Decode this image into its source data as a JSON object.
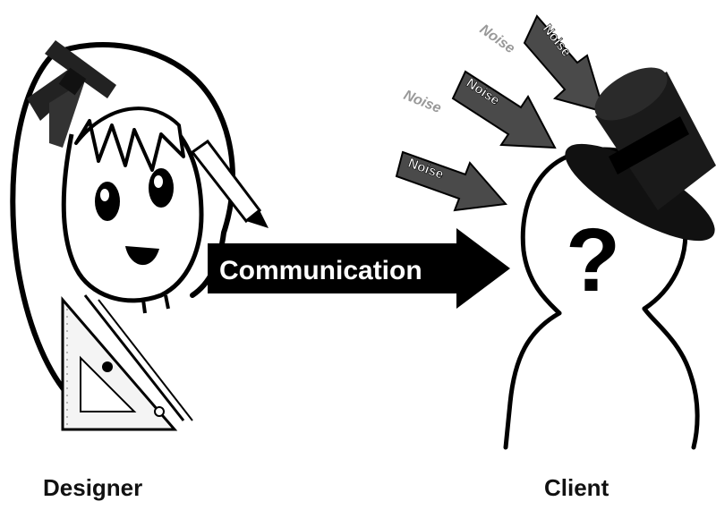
{
  "diagram": {
    "arrow_label": "Communication",
    "noise_label": "Noise",
    "left_figure_label": "Designer",
    "right_figure_label": "Client",
    "question_mark": "?"
  },
  "colors": {
    "ink": "#000000",
    "arrow_fill": "#000000",
    "noise_arrow_fill": "#4a4a4a",
    "faded_noise_text": "#999999",
    "hat": "#111111",
    "background": "#ffffff"
  }
}
